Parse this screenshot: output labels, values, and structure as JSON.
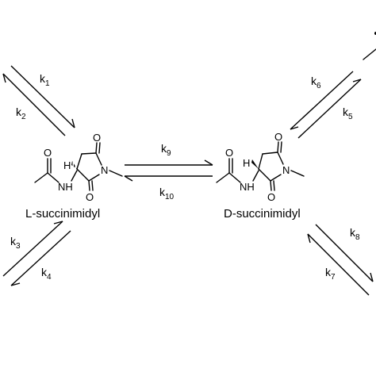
{
  "rate_constants": {
    "k1": {
      "base": "k",
      "sub": "1"
    },
    "k2": {
      "base": "k",
      "sub": "2"
    },
    "k3": {
      "base": "k",
      "sub": "3"
    },
    "k4": {
      "base": "k",
      "sub": "4"
    },
    "k5": {
      "base": "k",
      "sub": "5"
    },
    "k6": {
      "base": "k",
      "sub": "6"
    },
    "k7": {
      "base": "k",
      "sub": "7"
    },
    "k8": {
      "base": "k",
      "sub": "8"
    },
    "k9": {
      "base": "k",
      "sub": "9"
    },
    "k10": {
      "base": "k",
      "sub": "10"
    }
  },
  "molecules": {
    "left": {
      "name": "L-succinimidyl",
      "atoms": {
        "O_top": "O",
        "O_bottom": "O",
        "O_acetyl": "O",
        "N_ring": "N",
        "NH": "NH",
        "H": "H"
      }
    },
    "right": {
      "name": "D-succinimidyl",
      "atoms": {
        "O_top": "O",
        "O_bottom": "O",
        "O_acetyl": "O",
        "N_ring": "N",
        "NH": "NH",
        "H": "H"
      }
    }
  }
}
